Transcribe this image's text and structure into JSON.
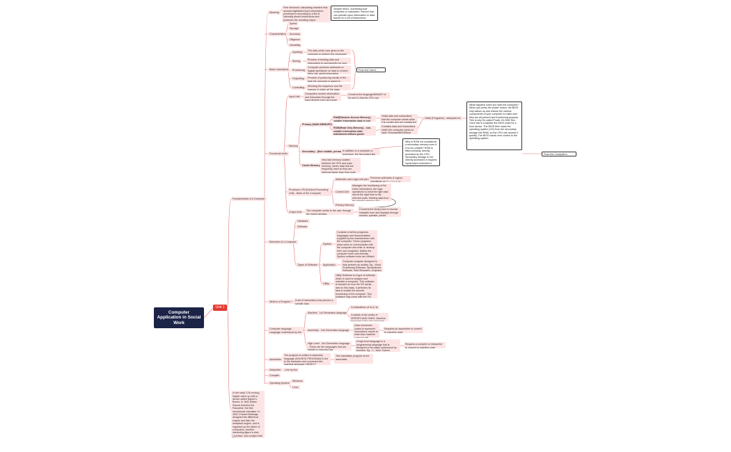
{
  "root": {
    "title": "Computer Application in Social Work"
  },
  "unit": {
    "label": "Unit 1"
  },
  "fundamentals": {
    "label": "Fundamentals of a Computer"
  },
  "meaning": {
    "label": "Meaning",
    "text": "Free electronic calculating machine that accepts digitalized input information, processes it according to a list of internally stored instructions and produces the resulting output information.",
    "note": "Simpler terms: Something that computes or calculates / Device that can operate upon information or data based on a set of instructions provided to get desired output."
  },
  "characteristics": {
    "label": "Characteristics",
    "items": [
      "Speed",
      "Storage",
      "Accuracy",
      "Diligence",
      "Versatility"
    ]
  },
  "basic_operations": {
    "label": "Basic Operations",
    "items": [
      {
        "name": "Inputting",
        "text": "The data which user gives to the computer to perform the necessary operations."
      },
      {
        "name": "Storing",
        "text": "Process of feeding data and instructions to permanently for your immediate required."
      },
      {
        "name": "Processing",
        "text": "Computer performs arithmetic or logical operations on data to convert them into useful information."
      },
      {
        "name": "Outputting",
        "text": "Process of producing results of the task the computer is asked to perform."
      },
      {
        "name": "Controlling",
        "text": "Directing the sequence and the manner in which all the basic operations are performed."
      }
    ],
    "summary": "From the User's Perspective"
  },
  "functional_units": {
    "label": "Functional Units",
    "input_unit": {
      "label": "Input Unit",
      "text": "Computers receive information and instruction through the input devices such as mouse, keyboard",
      "detail": "Converts the language/BINARY of 0s and 1s that the CPU can understand"
    },
    "memory": {
      "label": "Memory",
      "primary": {
        "label": "Primary (MAIN MEMORY)",
        "ram": "RAM(Random Access Memory) - volatile information data is lost without power",
        "ram_detail": "Holds data and instructions that the computer needs while it is running and are transferred to and from the processor",
        "rom": "ROM(Read Only Memory) - non-volatile information data maintained without power",
        "rom_detail": "Contains data and instructions which the computer needs to start: Firmware/BIOS/Boot instructions. Cannot be altered by the user.",
        "link": "Holds (Programs) - adequate for current..."
      },
      "secondary": {
        "label": "Secondary - (Non volatile, permanent)",
        "text": "In addition to a computer to processor, the Secondary like HDD, SSD",
        "note": "Why is ROM not considered a secondary memory even if it is non-volatile? ROM is fitted primarily, directly accessed by the CPU; Secondary storage is not directly accessed; it requires input/output channels to reach the main memory."
      },
      "cache": {
        "label": "Cache Memory",
        "text": "Very fast memory located between the CPU and main memory; stores data that are frequently used so they are retrieved faster than from main memory."
      }
    },
    "cpu": {
      "label": "Processor CPU(Central Processing Unit) - Brain of the Computer",
      "alu": "Arithmetic and Logic Unit (ALU)",
      "alu_text": "Performs arithmetic & logical operations on (+,-,*,/,<,>,=)",
      "cu": "Control Unit",
      "cu_text": "Manages the functioning of the entire instructions, the logic operations to send the right data and at the right time to the relevant parts, fetching data from the primary memory and decoding them.",
      "primary_memory": "Primary Memory"
    },
    "output_unit": {
      "label": "Output Unit",
      "text": "The computer sends to the user through the output devices.",
      "detail": "Converts the binary form to human readable form and displays through monitor, speaker, printer."
    },
    "perspective": "From the Computer's Perspective",
    "explanation": "What happens when you start the computer? When you press the power button, the BIOS chip wakes up and checks the various components of your computer to make sure they are all present and functioning properly. This is why it's called Power-On Self-Test. Once this is complete the BIOS looks for a boot device. The BIOS then loads the operating system (OS) from the secondary storage into RAM, so the CPU can access it quickly. The BIOS hands over control to the operating system."
  },
  "elements": {
    "label": "Elements of a Computer",
    "hardware": "Hardware",
    "software": "Software",
    "types_label": "Types of Software",
    "system": {
      "label": "System",
      "text": "Consists of all the programs, languages and documentation supplied by the manufacturer with the computer. These programs allow users to communicate with the computer and write or develop their own programs. Makes the computer more user-friendly. System software tools are utilised to make the computer more efficient."
    },
    "application": {
      "label": "Application",
      "text": "Computer program designed to help perform an activity. Eg - Word Processing Software, Spreadsheet Software, Web Browsers, Graphics Software."
    },
    "utility": {
      "label": "Utility",
      "text": "Utility Software is a type of software which is used to analyse and maintain a computer. This software is focused on how the OS works, and on this basis, it performs its task to enable the smooth functioning of the computer. This software may come with the OS. Antivirus, disk cleaner, file compressor are examples."
    }
  },
  "program": {
    "label": "What is a Program ?",
    "text": "A set of instructions that perform a specific task."
  },
  "languages": {
    "label": "Computer language - Language understood by the computer",
    "machine": {
      "label": "Machine - 1st Generation language",
      "a": "Combinations of 0s & 1s",
      "b": "Consists of the series of ZEROES AND ONES. Machine language is the only language that the computer directly understands."
    },
    "assembly": {
      "label": "Assembly - 2nd Generation language",
      "a": "Uses mnemonic codes to represent instructions; easier to write than machine code but still hardware specific.",
      "b": "Requires an assembler to convert to machine code."
    },
    "high_level": {
      "label": "High Level - 3rd Generation language - These are the languages that are simple to read and use",
      "a": "A high-level language is a programming language that is designed to be easily understood by humans. Eg - C, Java, Python.",
      "b": "Requires a compiler or interpreter to convert to machine code."
    }
  },
  "translators": {
    "assembler": {
      "label": "Assembler",
      "text": "The program is written in assembly language (SOURCE PROGRAM) is fed to the translator and converted into machine language (OBJECT PROGRAM) before the computer can execute it.",
      "detail": "This translation program is the assembler."
    },
    "interpreter": {
      "label": "Interpreter",
      "text": "Line by line"
    },
    "compiler": {
      "label": "Compiler"
    }
  },
  "os": {
    "label": "Operating System",
    "items": [
      "Windows",
      "Linux"
    ]
  },
  "history": {
    "text": "In the early 17th century, Napier came up with a device called Napier's Bones. In 1642 Blaise Pascal invented the Pascaline, the first mechanical calculator. In 1822 Charles Babbage designed the difference engine and later the analytical engine, and is regarded as the father of computers. Another interesting figure is Ada Lovelace, who worked with Babbage; she is often considered the first computer programmer."
  },
  "colors": {
    "root": "#1b2347",
    "unit": "#e53935",
    "node": "#fde4e4",
    "line": "#e57373"
  }
}
